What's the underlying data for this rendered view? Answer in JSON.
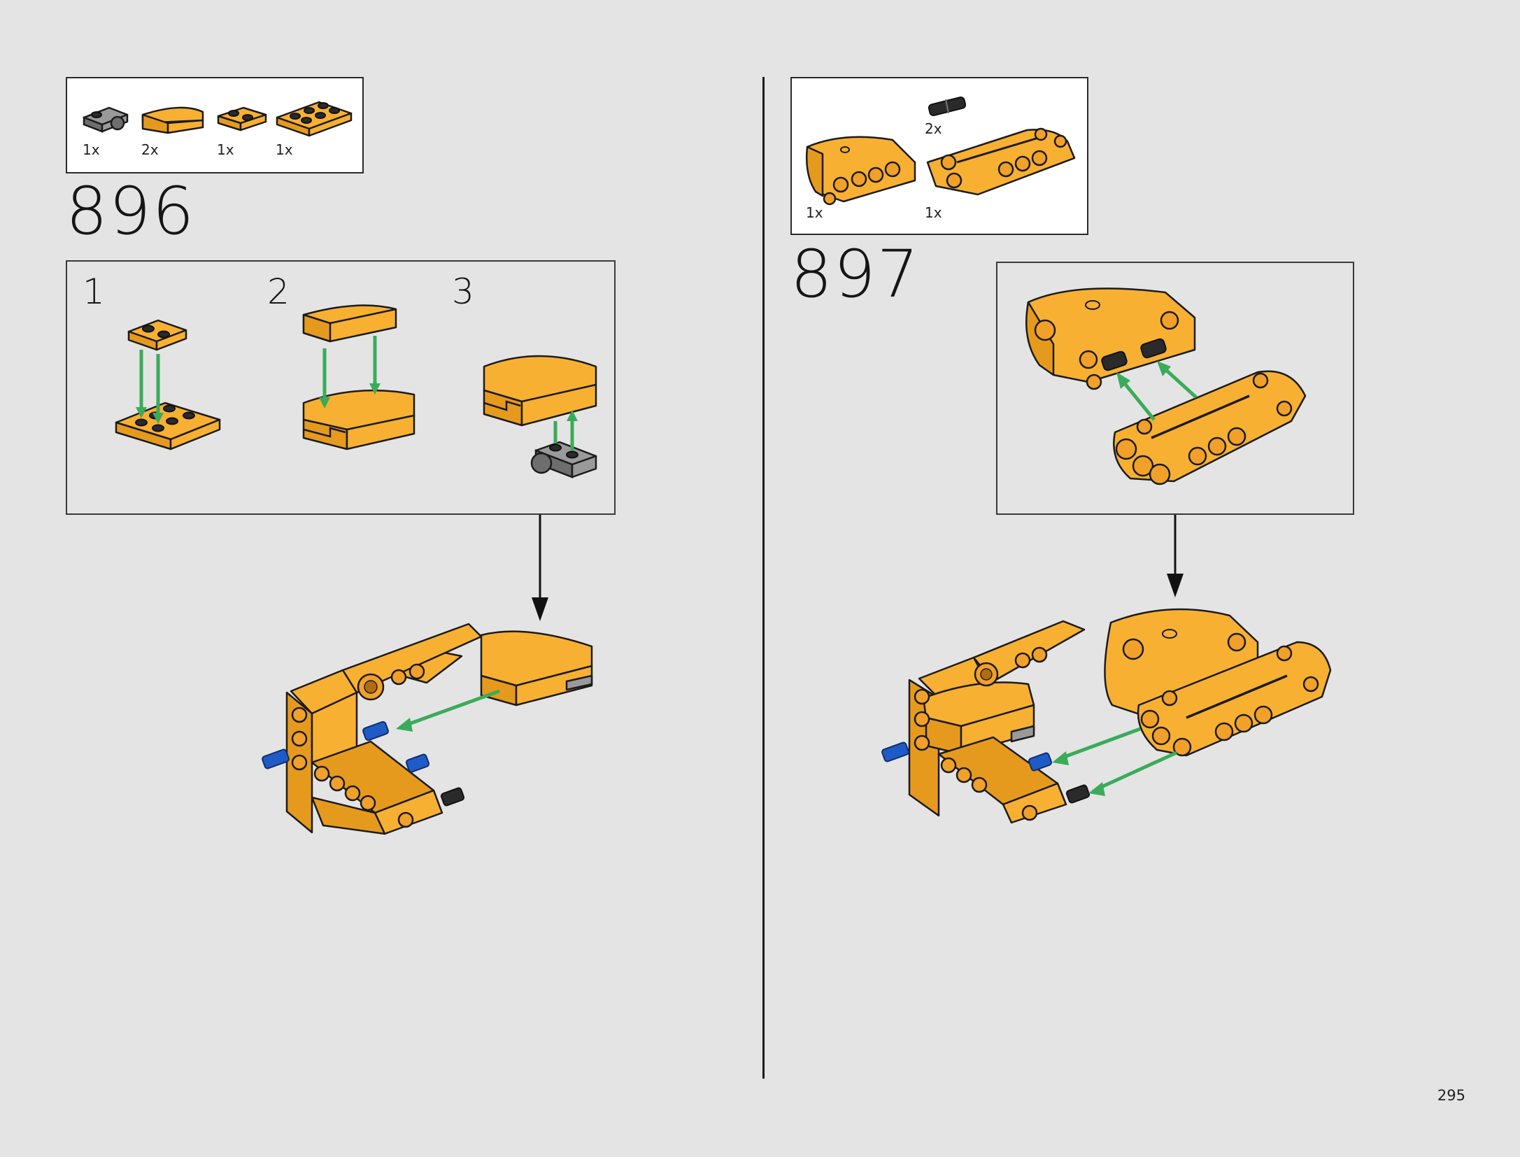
{
  "left_step": {
    "number": "896",
    "parts": [
      {
        "icon": "gray-plate-with-pin-hole",
        "qty": "1x",
        "color": "#9a9a9a"
      },
      {
        "icon": "orange-curved-slope",
        "qty": "2x",
        "color": "#f8b032"
      },
      {
        "icon": "orange-plate-1x2",
        "qty": "1x",
        "color": "#f8b032"
      },
      {
        "icon": "orange-plate-2x3",
        "qty": "1x",
        "color": "#f8b032"
      }
    ],
    "substeps": [
      "1",
      "2",
      "3"
    ]
  },
  "right_step": {
    "number": "897",
    "parts": [
      {
        "icon": "black-axle-pin",
        "qty": "2x",
        "color": "#2a2a2a"
      },
      {
        "icon": "orange-panel-left",
        "qty": "1x",
        "color": "#f8b032"
      },
      {
        "icon": "orange-panel-right",
        "qty": "1x",
        "color": "#f8b032"
      }
    ]
  },
  "page_number": "295",
  "colors": {
    "background": "#e4e4e4",
    "brick_orange": "#f8b032",
    "guide_arrow": "#3aab5a",
    "pin_blue": "#1f5bc7"
  }
}
